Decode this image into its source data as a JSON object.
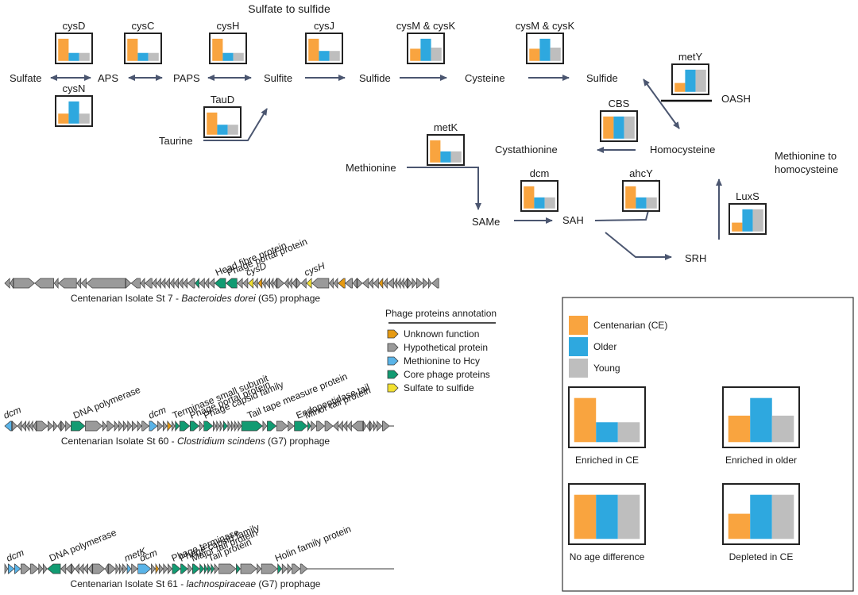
{
  "colors": {
    "centenarian": "#F9A43F",
    "older": "#2EA8DF",
    "young": "#BEBEBE",
    "arrow": "#4B5670",
    "frame": "#222222",
    "gene_unknown": "#E69A12",
    "gene_hypothetical": "#9A9A9A",
    "gene_met": "#5AB4E8",
    "gene_core": "#129B72",
    "gene_sulfate": "#F2E030"
  },
  "pathway": {
    "section_titles": {
      "sulfate": "Sulfate to sulfide",
      "methionine": [
        "Methionine to",
        "homocysteine"
      ]
    },
    "metabolites": [
      {
        "id": "sulfate",
        "label": "Sulfate"
      },
      {
        "id": "aps",
        "label": "APS"
      },
      {
        "id": "paps",
        "label": "PAPS"
      },
      {
        "id": "sulfite",
        "label": "Sulfite"
      },
      {
        "id": "sulfide1",
        "label": "Sulfide"
      },
      {
        "id": "cysteine",
        "label": "Cysteine"
      },
      {
        "id": "sulfide2",
        "label": "Sulfide"
      },
      {
        "id": "taurine",
        "label": "Taurine"
      },
      {
        "id": "oash",
        "label": "OASH"
      },
      {
        "id": "cystathionine",
        "label": "Cystathionine"
      },
      {
        "id": "homocysteine",
        "label": "Homocysteine"
      },
      {
        "id": "methionine",
        "label": "Methionine"
      },
      {
        "id": "same",
        "label": "SAMe"
      },
      {
        "id": "sah",
        "label": "SAH"
      },
      {
        "id": "srh",
        "label": "SRH"
      }
    ],
    "enzymes": [
      {
        "id": "cysD",
        "label": "cysD",
        "pattern": "enriched_ce",
        "values": [
          1.0,
          0.36,
          0.36
        ]
      },
      {
        "id": "cysN",
        "label": "cysN",
        "pattern": "enriched_older",
        "values": [
          0.45,
          1.0,
          0.45
        ]
      },
      {
        "id": "cysC",
        "label": "cysC",
        "pattern": "enriched_ce",
        "values": [
          1.0,
          0.36,
          0.36
        ]
      },
      {
        "id": "cysH",
        "label": "cysH",
        "pattern": "enriched_ce",
        "values": [
          1.0,
          0.36,
          0.36
        ]
      },
      {
        "id": "TauD",
        "label": "TauD",
        "pattern": "enriched_ce",
        "values": [
          1.0,
          0.45,
          0.45
        ]
      },
      {
        "id": "cysJ",
        "label": "cysJ",
        "pattern": "enriched_ce",
        "values": [
          1.0,
          0.45,
          0.45
        ]
      },
      {
        "id": "cysMK1",
        "label": "cysM & cysK",
        "pattern": "enriched_older",
        "values": [
          0.55,
          1.0,
          0.6
        ]
      },
      {
        "id": "cysMK2",
        "label": "cysM & cysK",
        "pattern": "enriched_older",
        "values": [
          0.55,
          1.0,
          0.6
        ]
      },
      {
        "id": "metY",
        "label": "metY",
        "pattern": "depleted_ce",
        "values": [
          0.4,
          1.0,
          1.0
        ]
      },
      {
        "id": "CBS",
        "label": "CBS",
        "pattern": "no_difference",
        "values": [
          1.0,
          1.0,
          1.0
        ]
      },
      {
        "id": "metK",
        "label": "metK",
        "pattern": "enriched_ce",
        "values": [
          1.0,
          0.5,
          0.5
        ]
      },
      {
        "id": "dcm",
        "label": "dcm",
        "pattern": "enriched_ce",
        "values": [
          1.0,
          0.5,
          0.5
        ]
      },
      {
        "id": "ahcY",
        "label": "ahcY",
        "pattern": "enriched_ce",
        "values": [
          1.0,
          0.5,
          0.5
        ]
      },
      {
        "id": "LuxS",
        "label": "LuxS",
        "pattern": "depleted_ce",
        "values": [
          0.4,
          1.0,
          1.0
        ]
      }
    ]
  },
  "annotation_legend": {
    "title": "Phage proteins annotation",
    "items": [
      {
        "key": "U",
        "label": "Unknown function"
      },
      {
        "key": "H",
        "label": "Hypothetical protein"
      },
      {
        "key": "M",
        "label": "Methionine to Hcy"
      },
      {
        "key": "C",
        "label": "Core phage proteins"
      },
      {
        "key": "S",
        "label": "Sulfate to sulfide"
      }
    ]
  },
  "prophages": [
    {
      "caption_pre": "Centenarian Isolate St 7 - ",
      "caption_species": "Bacteroides dorei",
      "caption_post": "  (G5) prophage",
      "genes": "H-4 H-2 H+20 H-18 H-3 H-17 H-3 H-4 H-38 H+4 H-8 H-3 H-6 H-3 H-3 H-3 H-3 H-3 H-3 H-3 H-3 H-6 C-3 H-4 H-3 H-4 C-10 C-10 H-4 H-4 S-4 H-3 U-3 H-2 H-3 H-2 H-2 H+6 H-3 H-2 H-3 H+3 H-4 S-4 H-16 H-3 H-3 U-6 H-6 H-3 H+4 H-5 H-3 H-4 U-3 H-3 H-5 H-2 H-2 H-2 H-2 H+3 H+3 H+5 H+4 H+2 H-6",
      "labels": [
        {
          "text": "Head fibre protein",
          "gene": 26,
          "italic": false
        },
        {
          "text": "Phage portal protein",
          "gene": 27,
          "italic": false
        },
        {
          "text": "cysD",
          "gene": 30,
          "italic": true
        },
        {
          "text": "cysH",
          "gene": 43,
          "italic": true
        }
      ]
    },
    {
      "caption_pre": "Centenarian Isolate St 60 - ",
      "caption_species": "Clostridium scindens",
      "caption_post": " (G7) prophage",
      "genes": "M-6 H+4 H-3 H-3 H-2 H-2 H-2 H+10 H+4 H+3 H-2 H+3 H+4 C+13 H+16 H+3 H+6 H+3 H+3 H+3 H+3 H+4 H+3 H+6 M+7 H+4 H+3 U+3 H+2 C+3 C+9 C+8 H+3 C+8 H+2 H+2 H+2 C+3 H+2 H+2 H+2 H+2 C+20 H+3 C+8 H+10 H+5 C+12 C+2 H+4 H+7 H+7 H-4 H-3 H-3 H-3 H-10 H+2 H-2 H+2 H+2 H+4 H+6",
      "labels": [
        {
          "text": "dcm",
          "gene": 0,
          "italic": true
        },
        {
          "text": "DNA polymerase",
          "gene": 13,
          "italic": false
        },
        {
          "text": "dcm",
          "gene": 24,
          "italic": true
        },
        {
          "text": "Terminase small subunit",
          "gene": 29,
          "italic": false
        },
        {
          "text": "Phage portal protein",
          "gene": 31,
          "italic": false
        },
        {
          "text": "Phage capsid family",
          "gene": 33,
          "italic": false
        },
        {
          "text": "Tail tape measure protein",
          "gene": 42,
          "italic": false
        },
        {
          "text": "Endopeptidase tail",
          "gene": 47,
          "italic": false
        },
        {
          "text": "Minor tail protein",
          "gene": 48,
          "italic": false
        }
      ]
    },
    {
      "caption_pre": "Centenarian Isolate St 61 - ",
      "caption_species": "lachnospiraceae",
      "caption_post": " (G7) prophage",
      "genes": "H+2 M+5 M+5 H+8 H+7 H+3 H+3 C-12 H-4 H-4 H+2 H-3 H-3 H-3 H-3 H+11 H-2 H+6 H+2 H+2 H+3 M+3 H+5 M+12 H+3 U+2 H+3 H+3 H+3 C+7 C+6 H+3 C+6 C+3 C+2 C+2 C+2 H+3 H+16 C+3 H+15 H+3 H+15 C+3 H+4 H+3 H+7 H+6",
      "labels": [
        {
          "text": "dcm",
          "gene": 1,
          "italic": true
        },
        {
          "text": "DNA polymerase",
          "gene": 7,
          "italic": false
        },
        {
          "text": "metK",
          "gene": 21,
          "italic": true
        },
        {
          "text": "dcm",
          "gene": 23,
          "italic": true
        },
        {
          "text": "Phage terminase",
          "gene": 29,
          "italic": false
        },
        {
          "text": "Phage capsid family",
          "gene": 30,
          "italic": false
        },
        {
          "text": "Major tail protein",
          "gene": 32,
          "italic": false
        },
        {
          "text": "Tail protein",
          "gene": 36,
          "italic": false
        },
        {
          "text": "Holin family protein",
          "gene": 43,
          "italic": false
        }
      ]
    }
  ],
  "abundance_legend": {
    "groups": [
      {
        "key": "centenarian",
        "label": "Centenarian (CE)"
      },
      {
        "key": "older",
        "label": "Older"
      },
      {
        "key": "young",
        "label": "Young"
      }
    ],
    "patterns": [
      {
        "id": "enriched_ce",
        "label": "Enriched in CE",
        "values": [
          1.0,
          0.45,
          0.45
        ]
      },
      {
        "id": "enriched_older",
        "label": "Enriched in older",
        "values": [
          0.6,
          1.0,
          0.6
        ]
      },
      {
        "id": "no_difference",
        "label": "No age difference",
        "values": [
          1.0,
          1.0,
          1.0
        ]
      },
      {
        "id": "depleted_ce",
        "label": "Depleted in CE",
        "values": [
          0.57,
          1.0,
          1.0
        ]
      }
    ]
  }
}
